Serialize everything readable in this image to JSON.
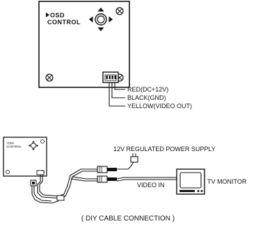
{
  "camera": {
    "osd_label_line1": "OSD",
    "osd_label_line2": "CONTROL",
    "wire_labels": {
      "red": "RED(DC+12V)",
      "black": "BLACK(GND)",
      "yellow": "YELLOW(VIDEO OUT)"
    }
  },
  "small_camera": {
    "osd_label_line1": "OSD",
    "osd_label_line2": "CONTROL"
  },
  "connection": {
    "power_supply": "12V REGULATED POWER SUPPLY",
    "video_in": "VIDEO IN",
    "tv_monitor": "TV MONITOR"
  },
  "caption": "( DIY CABLE CONNECTION )",
  "icons": [
    "osd-joystick-icon",
    "screw-icon",
    "connector-icon",
    "tv-monitor-icon",
    "power-plug-icon",
    "rca-plug-icon"
  ]
}
